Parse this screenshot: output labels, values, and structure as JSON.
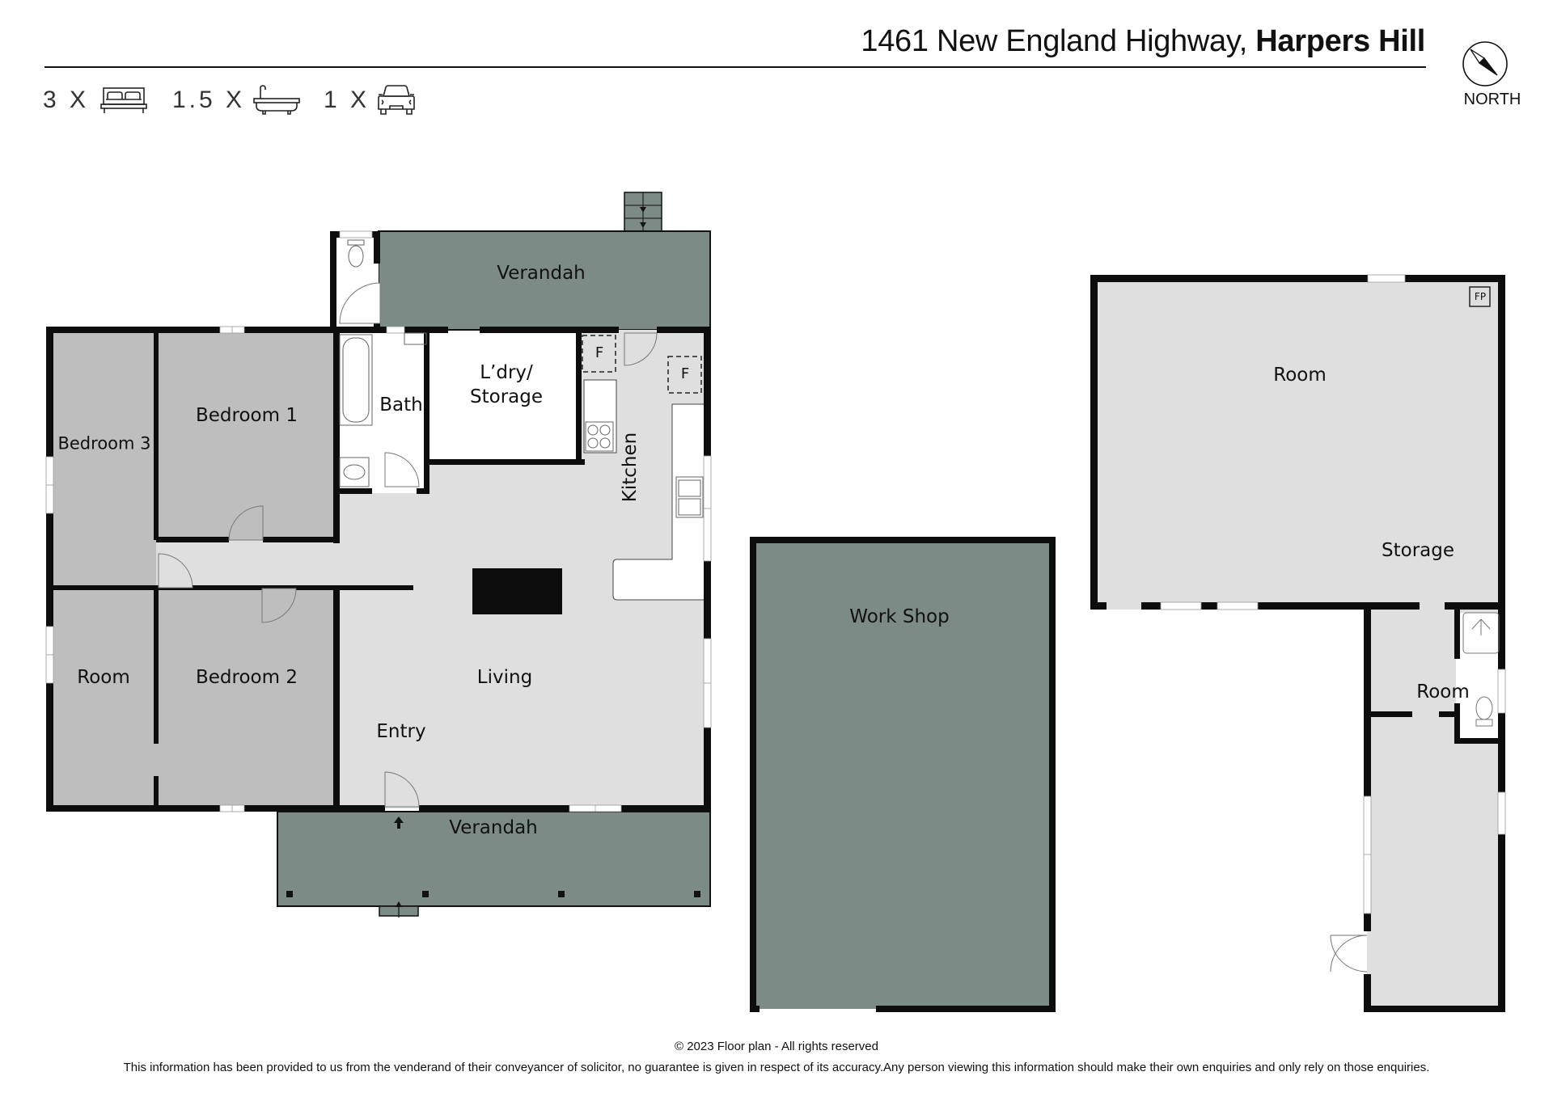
{
  "header": {
    "address_street": "1461 New England Highway,",
    "address_suburb": "Harpers Hill",
    "compass_label": "NORTH"
  },
  "amenities": [
    {
      "count": "3 X",
      "icon": "bed-icon"
    },
    {
      "count": "1.5 X",
      "icon": "bathtub-icon"
    },
    {
      "count": "1 X",
      "icon": "car-icon"
    }
  ],
  "colors": {
    "wall": "#0d0d0d",
    "bedroom_fill": "#bfbebe",
    "living_fill": "#dfdfe0",
    "outdoor_fill": "#7d8b87",
    "wet_area_fill": "#ffffff"
  },
  "rooms": {
    "verandah_rear": "Verandah",
    "bath": "Bath",
    "laundry": "L’dry/\nStorage",
    "laundry_line1": "L’dry/",
    "laundry_line2": "Storage",
    "bedroom1": "Bedroom 1",
    "bedroom3": "Bedroom 3",
    "kitchen": "Kitchen",
    "room_west": "Room",
    "bedroom2": "Bedroom 2",
    "living": "Living",
    "entry": "Entry",
    "verandah_front": "Verandah",
    "workshop": "Work Shop",
    "room_large": "Room",
    "storage": "Storage",
    "room_annex": "Room",
    "fridge_1": "F",
    "fridge_2": "F",
    "fireplace": "FP"
  },
  "footer": {
    "copyright": "© 2023 Floor plan  - All rights reserved",
    "disclaimer": "This information has been provided to us from the venderand of their conveyancer of solicitor, no guarantee is given in respect of its accuracy.Any person viewing this information should make their own enquiries and only rely on those enquiries."
  }
}
